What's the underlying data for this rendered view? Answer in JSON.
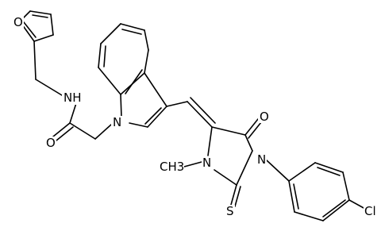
{
  "molecule": {
    "atom_labels": {
      "o_furan": "O",
      "nh": "NH",
      "o_amide": "O",
      "n_indole": "N",
      "o_keto": "O",
      "n_methyl": "N",
      "methyl": "CH3",
      "n_aryl": "N",
      "s_thione": "S",
      "cl": "Cl"
    }
  }
}
